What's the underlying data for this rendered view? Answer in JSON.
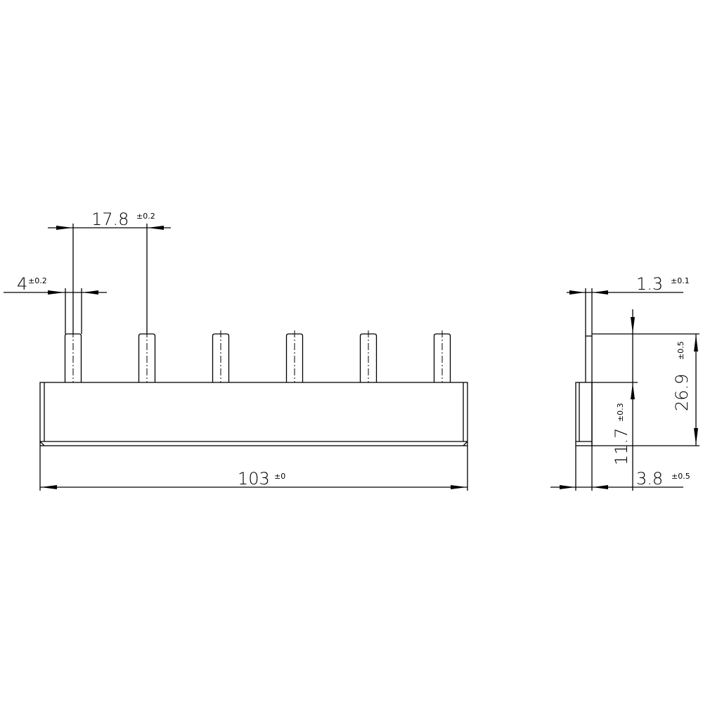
{
  "front_view": {
    "pin_count": 6,
    "dimensions": {
      "pin_pitch": {
        "value": "17.8",
        "tolerance": "±0.2"
      },
      "pin_width": {
        "value": "4",
        "tolerance": "±0.2"
      },
      "overall_length": {
        "value": "103",
        "tolerance": "±0"
      }
    }
  },
  "side_view": {
    "dimensions": {
      "pin_thickness": {
        "value": "1.3",
        "tolerance": "±0.1"
      },
      "total_height": {
        "value": "26.9",
        "tolerance": "±0.5"
      },
      "base_height": {
        "value": "11.7",
        "tolerance": "±0.3"
      },
      "base_width": {
        "value": "3.8",
        "tolerance": "±0.5"
      }
    }
  }
}
